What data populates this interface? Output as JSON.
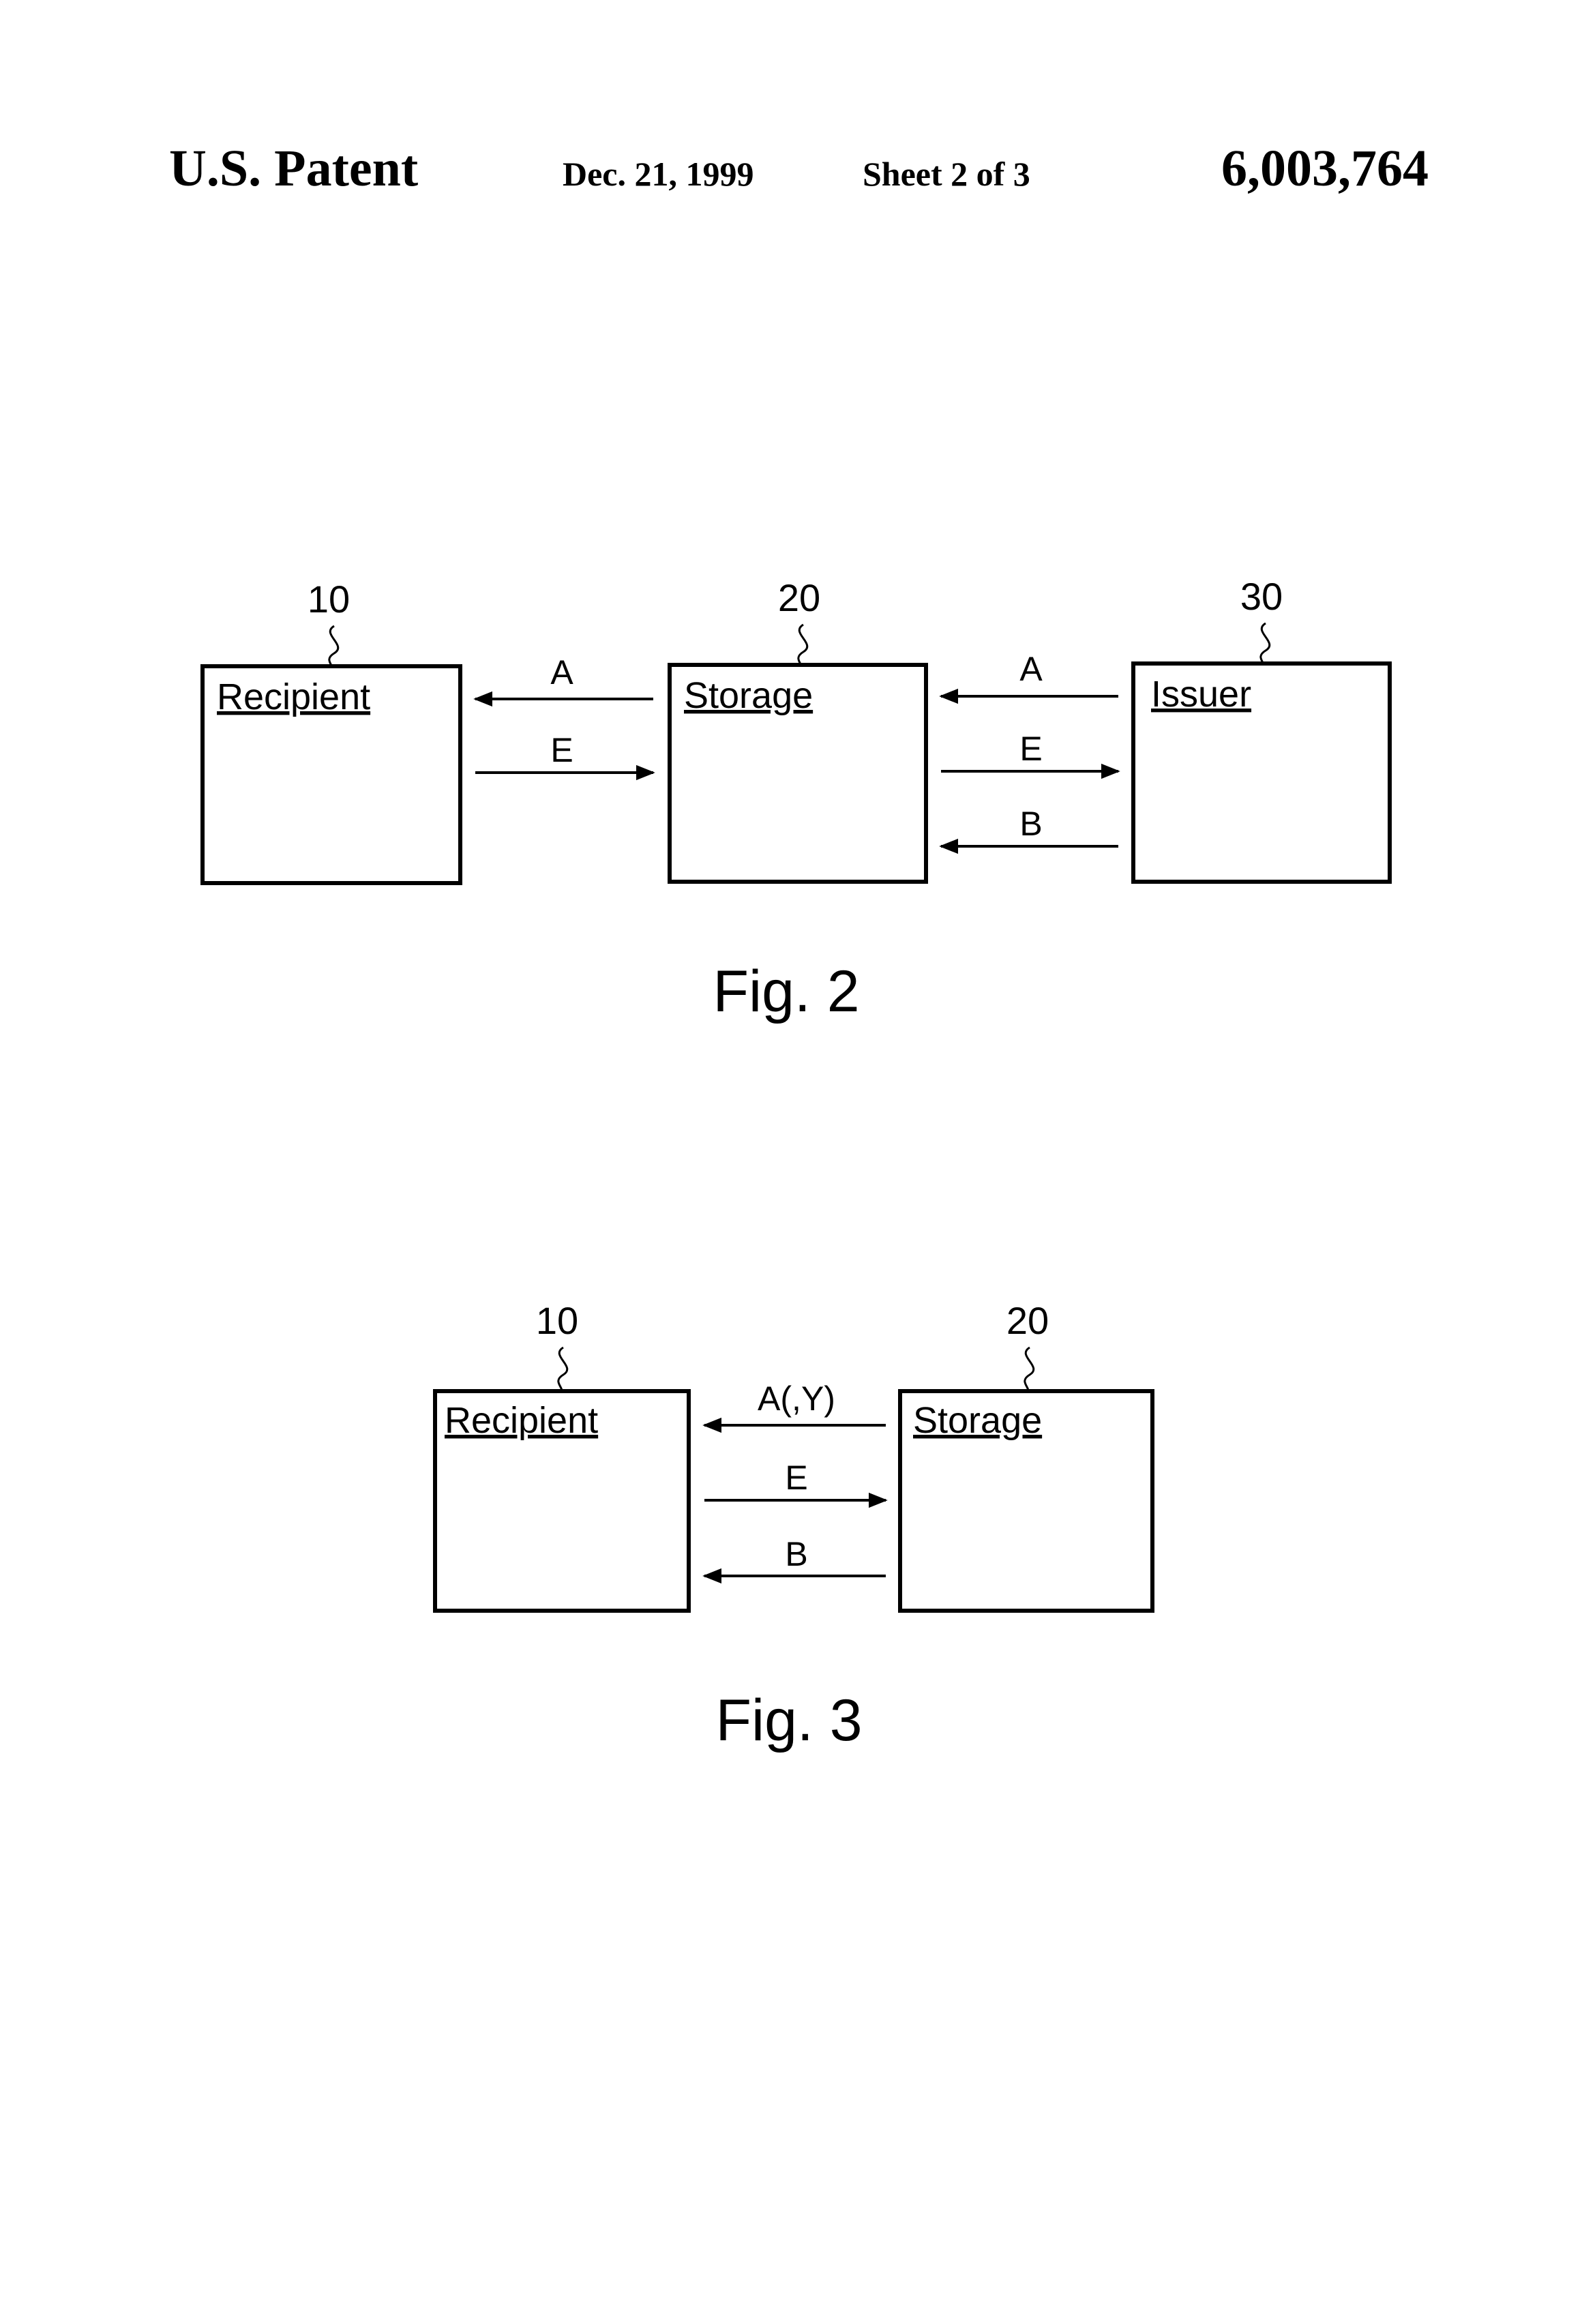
{
  "header": {
    "left": "U.S. Patent",
    "date": "Dec. 21, 1999",
    "sheet": "Sheet 2 of 3",
    "number": "6,003,764"
  },
  "fig2": {
    "caption": "Fig. 2",
    "boxes": [
      {
        "ref": "10",
        "label": "Recipient"
      },
      {
        "ref": "20",
        "label": "Storage"
      },
      {
        "ref": "30",
        "label": "Issuer"
      }
    ],
    "arrows_left_pair": [
      "A",
      "E"
    ],
    "arrows_right_pair": [
      "A",
      "E",
      "B"
    ]
  },
  "fig3": {
    "caption": "Fig. 3",
    "boxes": [
      {
        "ref": "10",
        "label": "Recipient"
      },
      {
        "ref": "20",
        "label": "Storage"
      }
    ],
    "arrows": [
      "A(,Y)",
      "E",
      "B"
    ]
  }
}
